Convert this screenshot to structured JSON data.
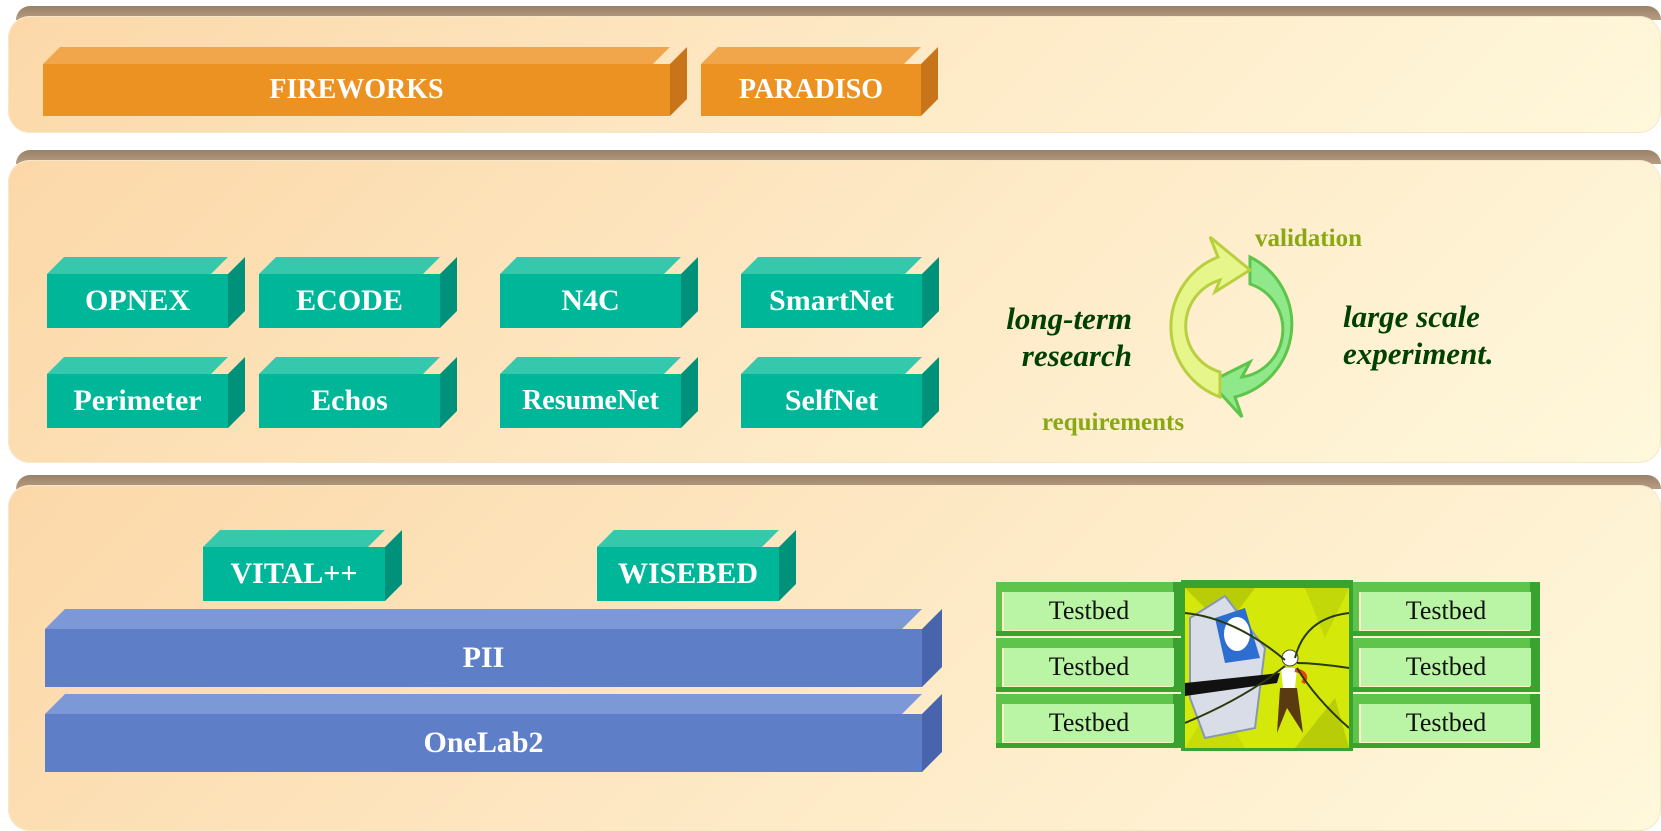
{
  "layers": {
    "top": {
      "boxes": [
        "FIREWORKS",
        "PARADISO"
      ]
    },
    "middle": {
      "row1": [
        "OPNEX",
        "ECODE",
        "N4C",
        "SmartNet"
      ],
      "row2": [
        "Perimeter",
        "Echos",
        "ResumeNet",
        "SelfNet"
      ],
      "cycle": {
        "top_label": "validation",
        "bottom_label": "requirements",
        "left_text": [
          "long-term",
          "research"
        ],
        "right_text": [
          "large scale",
          "experiment."
        ]
      }
    },
    "bottom": {
      "small_boxes": [
        "VITAL++",
        "WISEBED"
      ],
      "bars": [
        "PII",
        "OneLab2"
      ],
      "testbeds": [
        "Testbed",
        "Testbed",
        "Testbed",
        "Testbed",
        "Testbed",
        "Testbed"
      ]
    }
  },
  "colors": {
    "teal": "#00b698",
    "orange": "#ec9222",
    "blue": "#5e7ec8",
    "testbed_green": "#b9f5a4",
    "cycle_label": "#8aa814",
    "italic_text": "#004000"
  },
  "icons": {
    "cycle": "circular-arrows-icon",
    "center": "computer-network-illustration"
  }
}
